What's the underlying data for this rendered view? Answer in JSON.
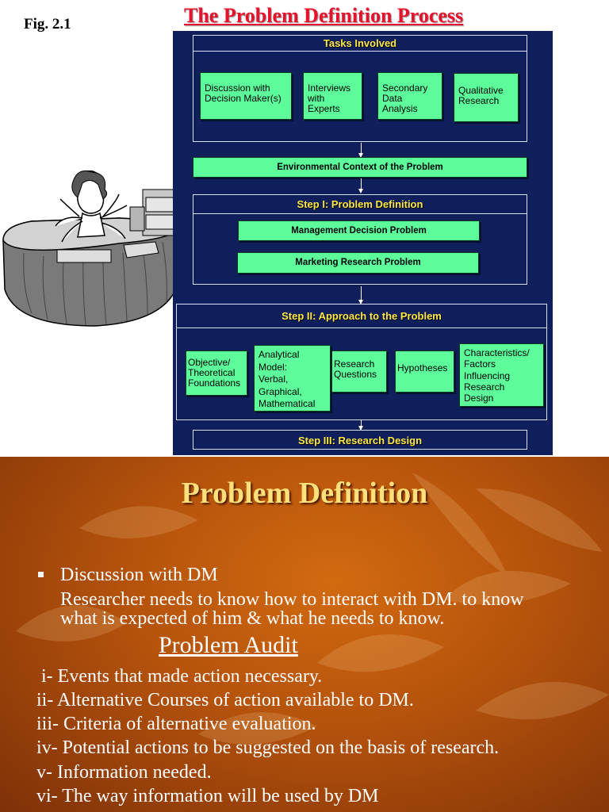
{
  "figure_label": "Fig. 2.1",
  "title": "The Problem Definition Process",
  "diagram": {
    "tasks_header": "Tasks Involved",
    "tasks": [
      "Discussion with Decision Maker(s)",
      "Interviews with Experts",
      "Secondary Data Analysis",
      "Qualitative Research"
    ],
    "environmental_context": "Environmental Context of the Problem",
    "step1_header": "Step I: Problem Definition",
    "step1_items": [
      "Management Decision Problem",
      "Marketing Research Problem"
    ],
    "step2_header": "Step II:  Approach to the Problem",
    "step2_items": [
      "Objective/ Theoretical Foundations",
      "Analytical Model: Verbal, Graphical, Mathematical",
      "Research Questions",
      "Hypotheses",
      "Characteristics/ Factors Influencing Research Design"
    ],
    "step3_header": "Step III: Research Design"
  },
  "slide2": {
    "title": "Problem Definition",
    "bullet": "Discussion with DM",
    "bullet_text_line1": "Researcher needs to know how to interact with DM. to know",
    "bullet_text_line2": "what is expected of him & what he needs to know.",
    "audit_title": "Problem Audit",
    "audit_items": [
      " i- Events that made action necessary.",
      "ii- Alternative Courses of action available to DM.",
      "iii- Criteria of alternative evaluation.",
      "iv- Potential actions to be suggested on the basis of research.",
      "v- Information needed.",
      "vi- The way information will be used by DM"
    ]
  }
}
